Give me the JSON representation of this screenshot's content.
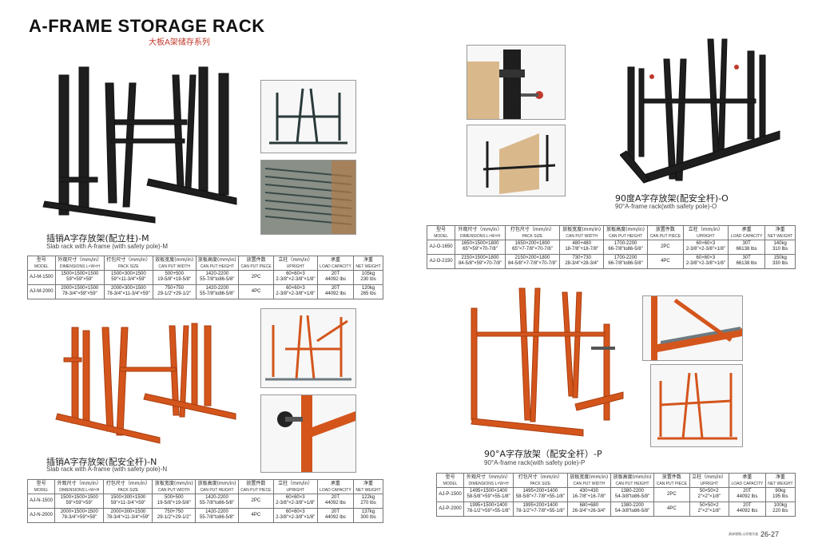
{
  "header": {
    "title": "A-FRAME STORAGE RACK",
    "subtitle_cn": "大板A架储存系列"
  },
  "columns_en": [
    "MODEL",
    "DIMENSIONS L×W×H",
    "PACK SIZE",
    "CAN PUT WIDTH",
    "CAN PUT HEIGHT",
    "CAN PUT PIECE",
    "UPRIGHT",
    "LOAD CAPACITY",
    "NET WEIGHT"
  ],
  "columns_cn": [
    "型号",
    "外观尺寸（mm/in）",
    "打包尺寸（mm/in）",
    "放板宽度(mm/in)",
    "放板高度(mm/in)",
    "放置件数",
    "立柱（mm/in）",
    "承重",
    "净重"
  ],
  "section_m": {
    "title_cn": "插销A字存放架(配立柱)-M",
    "title_en": "Slab rack with A-frame (with safety pole)-M",
    "rows": [
      [
        "AJ-M-1500",
        "1500×1500×1500\n59\"×59\"×59\"",
        "1500×300×1500\n59\"×11-3/4\"×59\"",
        "500+500\n19-5/8\"+19-5/8\"",
        "1420-2200\n55-7/8\"to86-5/8\"",
        "2PC",
        "60×60×3\n2-3/8\"×2-3/8\"×1/8\"",
        "20T\n44092 lbs",
        "105kg\n230 lbs"
      ],
      [
        "AJ-M-2000",
        "2000×1500×1500\n78-3/4\"×59\"×59\"",
        "2000×300×1500\n78-3/4\"×11-3/4\"×59\"",
        "750+750\n29-1/2\"+29-1/2\"",
        "1420-2200\n55-7/8\"to86-5/8\"",
        "4PC",
        "60×60×3\n2-3/8\"×2-3/8\"×1/8\"",
        "20T\n44092 lbs",
        "120kg\n265 lbs"
      ]
    ]
  },
  "section_n": {
    "title_cn": "插销A字存放架(配安全杆)-N",
    "title_en": "Slab rack with A-frame (with safety pole)-N",
    "rows": [
      [
        "AJ-N-1500",
        "1500×1500×1500\n59\"×59\"×59\"",
        "1500×300×1500\n59\"×11-3/4\"×59\"",
        "500+500\n19-5/8\"+19-5/8\"",
        "1420-2200\n55-7/8\"to86-5/8\"",
        "2PC",
        "60×60×3\n2-3/8\"×2-3/8\"×1/8\"",
        "20T\n44092 lbs",
        "122kg\n270 lbs"
      ],
      [
        "AJ-N-2000",
        "2000×1500×1500\n78-3/4\"×59\"×59\"",
        "2000×300×1500\n78-3/4\"×11-3/4\"×59\"",
        "750+750\n29-1/2\"+29-1/2\"",
        "1420-2200\n55-7/8\"to86-5/8\"",
        "4PC",
        "60×60×3\n2-3/8\"×2-3/8\"×1/8\"",
        "20T\n44092 lbs",
        "137kg\n300 lbs"
      ]
    ]
  },
  "section_o": {
    "title_cn": "90度A字存放架(配安全杆)-O",
    "title_en": "90°A-frame rack(with safety pole)-O",
    "rows": [
      [
        "AJ-O-1650",
        "1650×1500×1800\n65\"×59\"×70-7/8\"",
        "1650×200×1800\n65\"×7-7/8\"×70-7/8\"",
        "480+480\n18-7/8\"+18-7/8\"",
        "1700-2200\n66-7/8\"to86-5/8\"",
        "2PC",
        "60×60×3\n2-3/8\"×2-3/8\"×1/8\"",
        "30T\n66138 lbs",
        "140kg\n310 lbs"
      ],
      [
        "AJ-O-2150",
        "2150×1500×1800\n84-5/8\"×59\"×70-7/8\"",
        "2150×200×1800\n84-5/8\"×7-7/8\"×70-7/8\"",
        "730+730\n28-3/4\"+28-3/4\"",
        "1700-2200\n66-7/8\"to86-5/8\"",
        "4PC",
        "60×60×3\n2-3/8\"×2-3/8\"×1/8\"",
        "30T\n66138 lbs",
        "150kg\n330 lbs"
      ]
    ]
  },
  "section_p": {
    "title_cn": "90°A字存放架（配安全杆）-P",
    "title_en": "90°A-frame rack(with safety pole)-P",
    "rows": [
      [
        "AJ-P-1500",
        "1495×1500×1400\n58-5/8\"×59\"×55-1/8\"",
        "1495×200×1400\n58-5/8\"×7-7/8\"×55-1/8\"",
        "430+430\n16-7/8\"+16-7/8\"",
        "1380-2200\n54-3/8\"to86-5/8\"",
        "2PC",
        "50×50×2\n2\"×2\"×1/8\"",
        "20T\n44092 lbs",
        "90kg\n195 lbs"
      ],
      [
        "AJ-P-2000",
        "1995×1500×1400\n78-1/2\"×59\"×55-1/8\"",
        "1995×200×1400\n78-1/2\"×7-7/8\"×55-1/8\"",
        "680+680\n26-3/4\"+26-3/4\"",
        "1380-2200\n54-3/8\"to86-5/8\"",
        "4PC",
        "50×50×2\n2\"×2\"×1/8\"",
        "20T\n44092 lbs",
        "100kg\n220 lbs"
      ]
    ]
  },
  "footer": {
    "note": "具体规格,以实物为准",
    "page": "26-27"
  },
  "colors": {
    "black_rack": "#1e1e1e",
    "orange_rack": "#d4551c",
    "wood": "#d9b98c"
  }
}
